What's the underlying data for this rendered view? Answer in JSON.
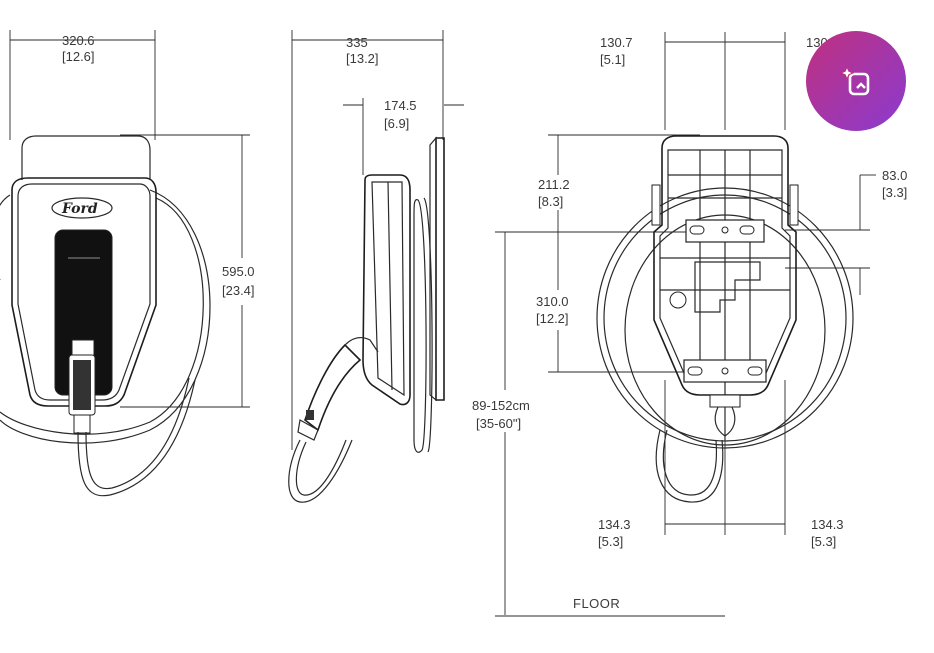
{
  "front_view": {
    "width_mm": "320.6",
    "width_in": "[12.6]",
    "height_mm": "595.0",
    "height_in": "[23.4]",
    "brand": "Ford"
  },
  "side_view": {
    "depth_mm": "335",
    "depth_in": "[13.2]",
    "depth2_mm": "174.5",
    "depth2_in": "[6.9]"
  },
  "back_view": {
    "top_left_mm": "130.7",
    "top_left_in": "[5.1]",
    "top_right_mm": "130.7",
    "upper_mm": "211.2",
    "upper_in": "[8.3]",
    "mid_mm": "310.0",
    "mid_in": "[12.2]",
    "right_mm": "83.0",
    "right_in": "[3.3]",
    "mount_height_cm": "89-152cm",
    "mount_height_in": "[35-60\"]",
    "bottom_left_mm": "134.3",
    "bottom_left_in": "[5.3]",
    "bottom_right_mm": "134.3",
    "bottom_right_in": "[5.3]",
    "floor_label": "FLOOR"
  },
  "ai_button": {
    "icon": "ai-image-sparkle-icon",
    "color_start": "#c0307e",
    "color_end": "#8a3bd0"
  }
}
